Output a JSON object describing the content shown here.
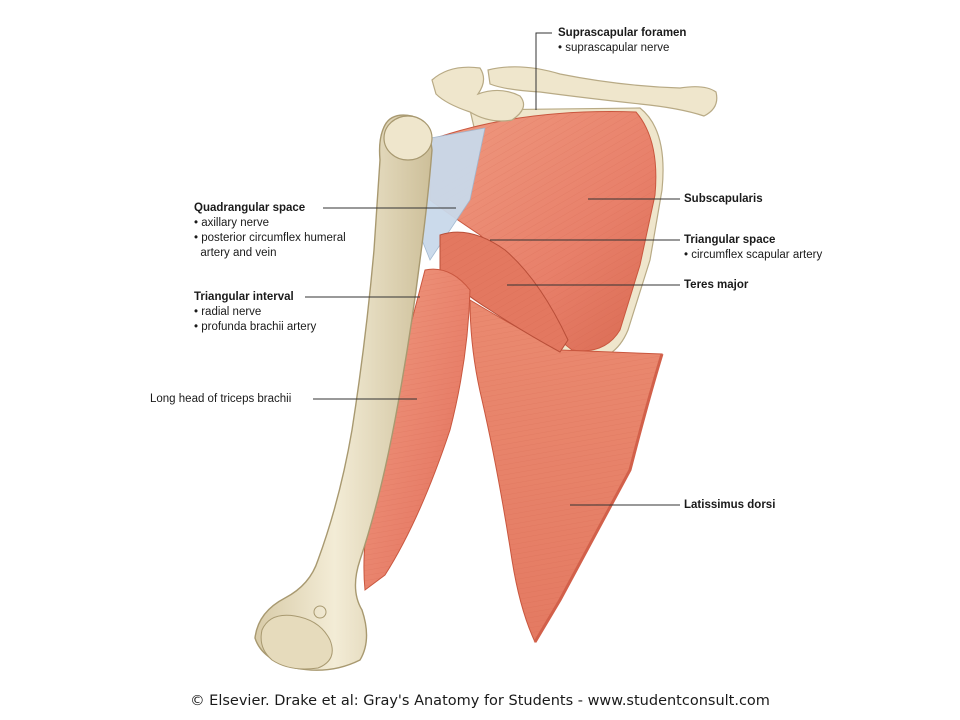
{
  "labels": {
    "suprascapular_foramen": {
      "title": "Suprascapular foramen",
      "items": [
        "• suprascapular nerve"
      ]
    },
    "subscapularis": {
      "title": "Subscapularis"
    },
    "quadrangular_space": {
      "title": "Quadrangular space",
      "items": [
        "• axillary nerve",
        "• posterior circumflex humeral",
        "  artery and vein"
      ]
    },
    "triangular_space": {
      "title": "Triangular space",
      "items": [
        "• circumflex scapular artery"
      ]
    },
    "teres_major": {
      "title": "Teres major"
    },
    "triangular_interval": {
      "title": "Triangular interval",
      "items": [
        "• radial nerve",
        "• profunda brachii artery"
      ]
    },
    "long_head_triceps": {
      "text": "Long head of triceps brachii"
    },
    "latissimus_dorsi": {
      "title": "Latissimus dorsi"
    }
  },
  "credit": "© Elsevier. Drake et al: Gray's Anatomy for Students - www.studentconsult.com",
  "colors": {
    "bone": "#efe6cc",
    "bone_shadow": "#cfc2a0",
    "muscle": "#e8836a",
    "muscle_dark": "#c9573f",
    "tendon": "#c9d9ea",
    "leader_line": "#333333"
  }
}
